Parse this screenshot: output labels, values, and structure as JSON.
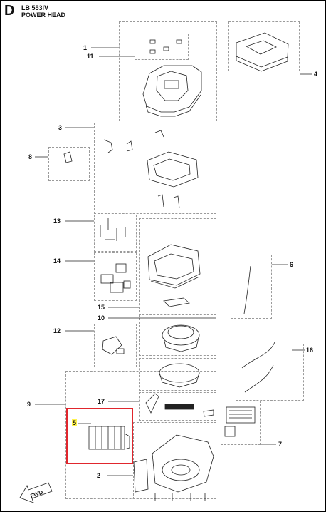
{
  "header": {
    "section_letter": "D",
    "model": "LB 553iV",
    "title": "POWER HEAD"
  },
  "callouts": {
    "c1": "1",
    "c11": "11",
    "c4": "4",
    "c3": "3",
    "c8": "8",
    "c13": "13",
    "c14": "14",
    "c6": "6",
    "c15": "15",
    "c10": "10",
    "c12": "12",
    "c16": "16",
    "c9": "9",
    "c17": "17",
    "c5": "5",
    "c7": "7",
    "c2": "2"
  },
  "direction_label": "FWD",
  "colors": {
    "highlight_border": "#e0262d",
    "highlight_label_bg": "#fff34d"
  }
}
